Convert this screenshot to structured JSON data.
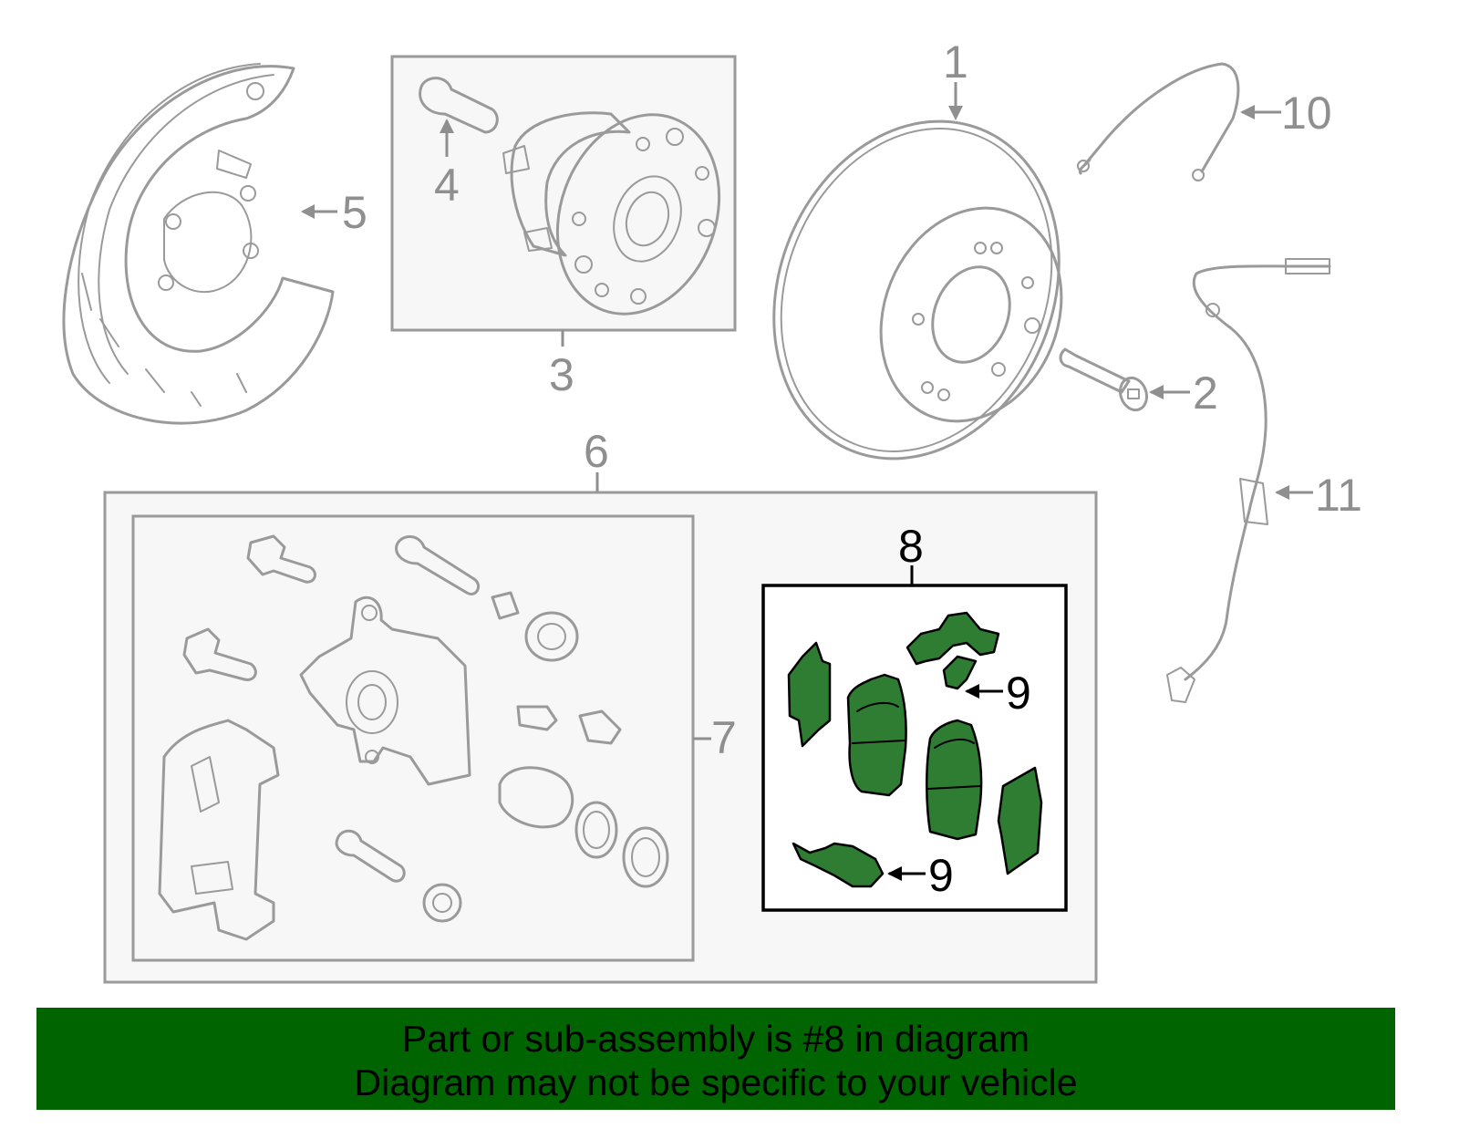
{
  "callouts": {
    "c1": "1",
    "c2": "2",
    "c3": "3",
    "c4": "4",
    "c5": "5",
    "c6": "6",
    "c7": "7",
    "c8": "8",
    "c9a": "9",
    "c9b": "9",
    "c10": "10",
    "c11": "11"
  },
  "banner": {
    "line1": "Part or sub-assembly is #8 in diagram",
    "line2": "Diagram may not be specific to your vehicle"
  },
  "colors": {
    "highlight": "#2f7d32",
    "banner": "#006400",
    "line": "#9a9a9a"
  }
}
